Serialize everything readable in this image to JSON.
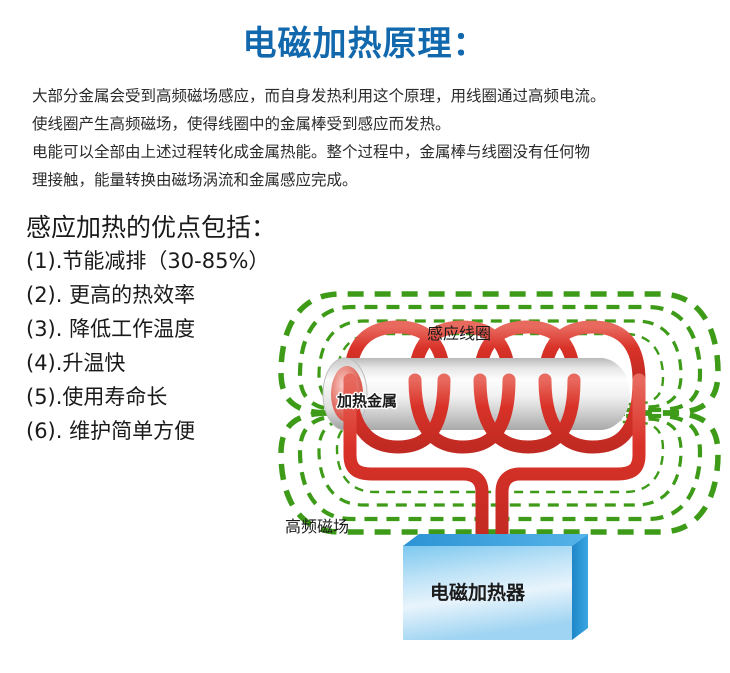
{
  "page": {
    "title": "电磁加热原理：",
    "title_color": "#1268ad",
    "background_color": "#ffffff"
  },
  "intro": {
    "lines": [
      "大部分金属会受到高频磁场感应，而自身发热利用这个原理，用线圈通过高频电流。",
      "使线圈产生高频磁场，使得线圈中的金属棒受到感应而发热。",
      "电能可以全部由上述过程转化成金属热能。整个过程中，金属棒与线圈没有任何物",
      "理接触，能量转换由磁场涡流和金属感应完成。"
    ]
  },
  "benefits": {
    "heading": "感应加热的优点包括：",
    "items": [
      "(1).节能减排（30-85%）",
      "(2). 更高的热效率",
      "(3). 降低工作温度",
      "(4).升温快",
      "(5).使用寿命长",
      "(6). 维护简单方便"
    ]
  },
  "diagram": {
    "labels": {
      "induction_coil": "感应线圈",
      "heated_metal": "加热金属",
      "magnetic_field": "高频磁场",
      "heater_unit": "电磁加热器"
    },
    "colors": {
      "coil_red": "#d6322a",
      "coil_red_light": "#e85b50",
      "field_green": "#3d9b18",
      "heater_blue": "#2a9ee0",
      "heater_blue_dark": "#1a7cc0",
      "metal_silver": "#d8d8d8",
      "metal_hot_red": "#e0554a"
    }
  }
}
